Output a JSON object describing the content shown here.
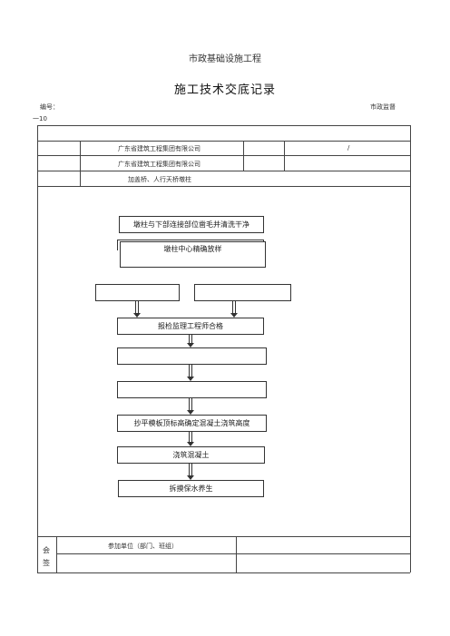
{
  "header": {
    "subtitle": "市政基础设施工程",
    "title": "施工技术交底记录",
    "number_label": "编号：",
    "form_code": "市政监督",
    "form_code_suffix": "一10"
  },
  "info_rows": [
    {
      "col2": ""
    },
    {
      "col2": "广东省建筑工程集团有限公司",
      "col4": "/"
    },
    {
      "col2": "广东省建筑工程集团有限公司"
    },
    {
      "col2": "加盖桥、人行天桥墩柱"
    }
  ],
  "flowchart": {
    "steps": [
      "墩柱与下部连接部位凿毛并清洗干净",
      "墩柱中心精确放样",
      "",
      "",
      "报检监理工程师合格",
      "",
      "",
      "抄平模板顶标高确定混凝土浇筑高度",
      "浇筑混凝土",
      "拆摸保水养生"
    ]
  },
  "signoff": {
    "section_label_1": "会",
    "section_label_2": "签",
    "participants_label": "参加单位（部门、班组）"
  }
}
